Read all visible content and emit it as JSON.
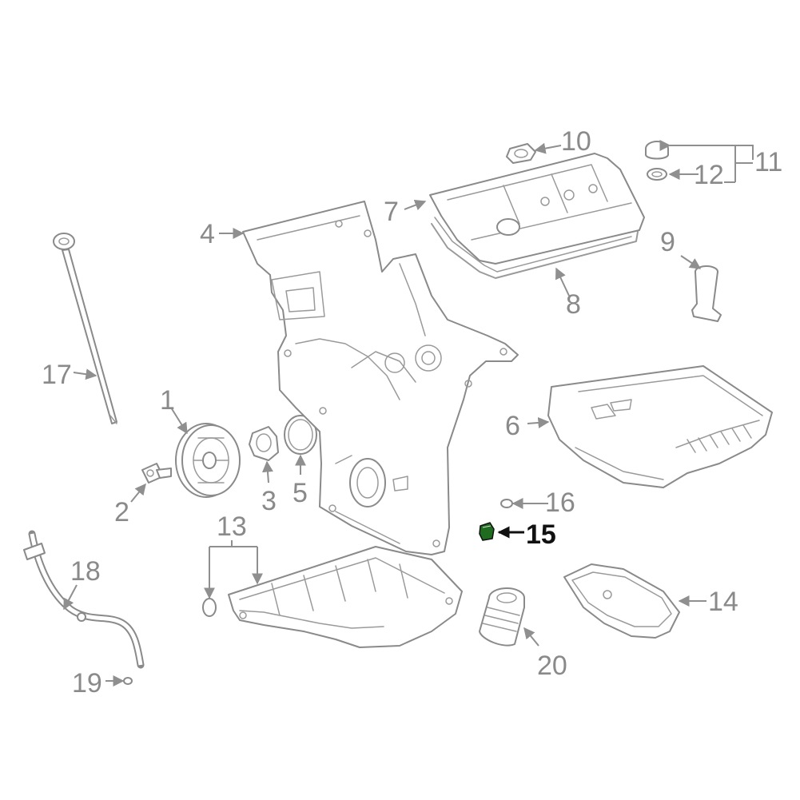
{
  "diagram": {
    "highlight_color": "#1f6b1f",
    "highlighted_part": "15",
    "callouts": [
      {
        "id": "c1",
        "label": "1"
      },
      {
        "id": "c2",
        "label": "2"
      },
      {
        "id": "c3",
        "label": "3"
      },
      {
        "id": "c4",
        "label": "4"
      },
      {
        "id": "c5",
        "label": "5"
      },
      {
        "id": "c6",
        "label": "6"
      },
      {
        "id": "c7",
        "label": "7"
      },
      {
        "id": "c8",
        "label": "8"
      },
      {
        "id": "c9",
        "label": "9"
      },
      {
        "id": "c10",
        "label": "10"
      },
      {
        "id": "c11",
        "label": "11"
      },
      {
        "id": "c12",
        "label": "12"
      },
      {
        "id": "c13",
        "label": "13"
      },
      {
        "id": "c14",
        "label": "14"
      },
      {
        "id": "c15",
        "label": "15"
      },
      {
        "id": "c16",
        "label": "16"
      },
      {
        "id": "c17",
        "label": "17"
      },
      {
        "id": "c18",
        "label": "18"
      },
      {
        "id": "c19",
        "label": "19"
      },
      {
        "id": "c20",
        "label": "20"
      }
    ]
  }
}
